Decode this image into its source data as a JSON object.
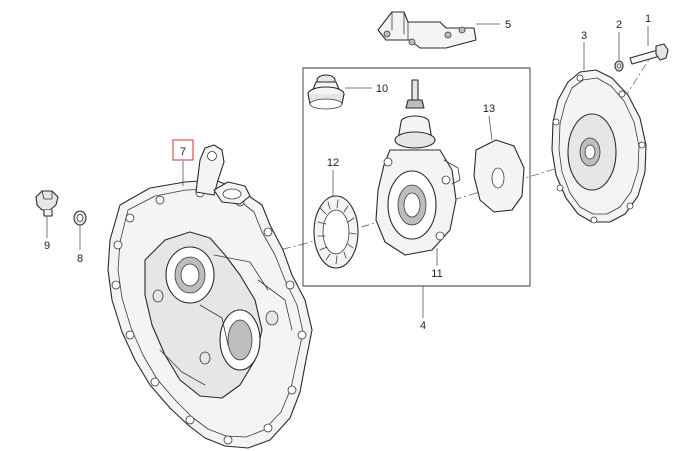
{
  "diagram": {
    "highlighted_callout": "7",
    "highlight_color": "#d9534f",
    "line_color": "#2a2a2a",
    "callouts": {
      "c1": "1",
      "c2": "2",
      "c3": "3",
      "c4": "4",
      "c5": "5",
      "c7": "7",
      "c8": "8",
      "c9": "9",
      "c10": "10",
      "c11": "11",
      "c12": "12",
      "c13": "13"
    }
  }
}
